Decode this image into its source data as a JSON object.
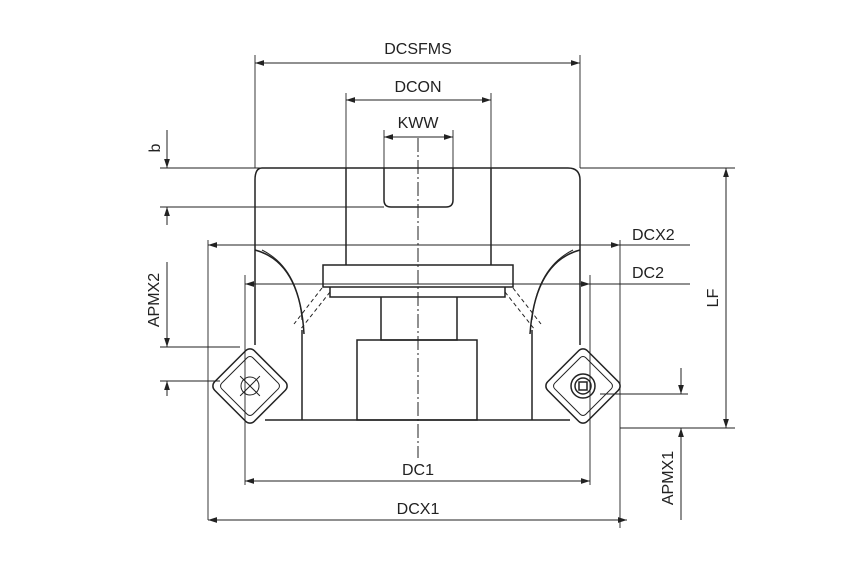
{
  "labels": {
    "dcsfms": "DCSFMS",
    "dcon": "DCON",
    "kww": "KWW",
    "b": "b",
    "dcx2": "DCX2",
    "dc2": "DC2",
    "apmx2": "APMX2",
    "lf": "LF",
    "dc1": "DC1",
    "dcx1": "DCX1",
    "apmx1": "APMX1"
  },
  "colors": {
    "line": "#222222",
    "background": "#ffffff"
  }
}
